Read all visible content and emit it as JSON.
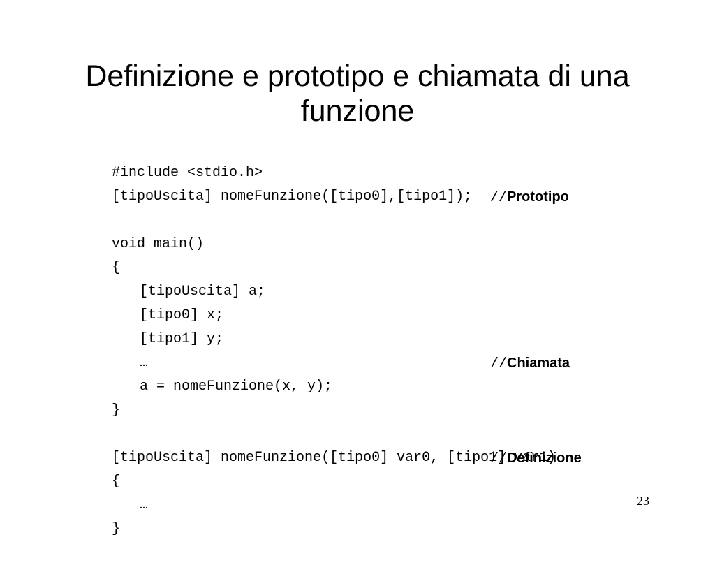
{
  "slide": {
    "title_line1": "Definizione e prototipo e chiamata di una",
    "title_line2": "funzione",
    "page_number": "23",
    "code": {
      "include": "#include <stdio.h>",
      "prototype": "[tipoUscita] nomeFunzione([tipo0],[tipo1]);",
      "prototype_comment_slashes": "//",
      "prototype_comment": "Prototipo",
      "main_signature": "void main()",
      "main_open": "{",
      "decl_a": "[tipoUscita] a;",
      "decl_x": "[tipo0] x;",
      "decl_y": "[tipo1] y;",
      "ellipsis1": "…",
      "call": "a = nomeFunzione(x, y);",
      "call_comment_slashes": "//",
      "call_comment": "Chiamata",
      "main_close": "}",
      "definition_signature": "[tipoUscita] nomeFunzione([tipo0] var0, [tipo1] var1)",
      "def_open": "{",
      "def_comment_slashes": "//",
      "def_comment": "Definizione",
      "ellipsis2": "…",
      "def_close": "}"
    }
  }
}
